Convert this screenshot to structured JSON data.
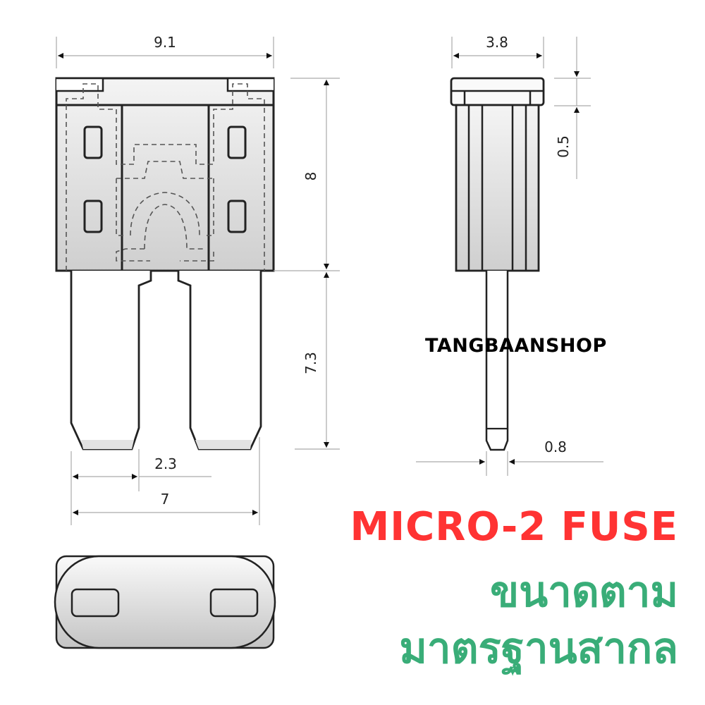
{
  "title": {
    "product": "MICRO-2 FUSE",
    "thai_line1": "ขนาดตาม",
    "thai_line2": "มาตรฐานสากล"
  },
  "watermark": "TANGBAANSHOP",
  "dimensions": {
    "front_width": "9.1",
    "body_height": "8",
    "blade_length": "7.3",
    "blade_width": "2.3",
    "blade_span": "7",
    "side_width": "3.8",
    "cap_height": "0.5",
    "blade_thickness": "0.8"
  },
  "colors": {
    "title_red": "#ff3333",
    "title_green": "#39ad78",
    "line": "#222222",
    "dim_line": "#999999"
  }
}
